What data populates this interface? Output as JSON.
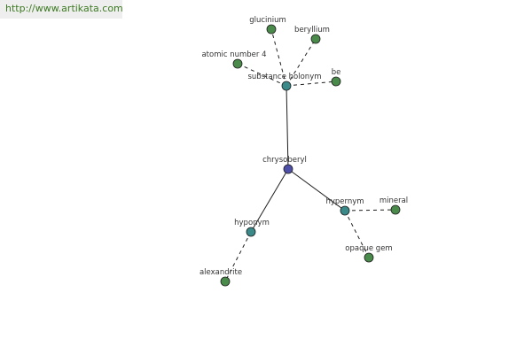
{
  "site": {
    "url_text": "http://www.artikata.com"
  },
  "colors": {
    "central_node": "#4d4fa8",
    "relation_node": "#3a8a8a",
    "leaf_node": "#4a8a4a",
    "node_stroke": "#1e1e1e",
    "edge": "#1e1e1e",
    "banner_text": "#3d7a22",
    "banner_bg": "#eeeeee"
  },
  "graph": {
    "nodes": [
      {
        "id": "chrysoberyl",
        "label": "chrysoberyl",
        "kind": "central"
      },
      {
        "id": "substance-holonym",
        "label": "substance holonym",
        "kind": "relation"
      },
      {
        "id": "hypernym",
        "label": "hypernym",
        "kind": "relation"
      },
      {
        "id": "hyponym",
        "label": "hyponym",
        "kind": "relation"
      },
      {
        "id": "glucinium",
        "label": "glucinium",
        "kind": "leaf"
      },
      {
        "id": "beryllium",
        "label": "beryllium",
        "kind": "leaf"
      },
      {
        "id": "atomic-number-4",
        "label": "atomic number 4",
        "kind": "leaf"
      },
      {
        "id": "be",
        "label": "be",
        "kind": "leaf"
      },
      {
        "id": "mineral",
        "label": "mineral",
        "kind": "leaf"
      },
      {
        "id": "opaque-gem",
        "label": "opaque gem",
        "kind": "leaf"
      },
      {
        "id": "alexandrite",
        "label": "alexandrite",
        "kind": "leaf"
      }
    ],
    "edges": [
      {
        "from": "chrysoberyl",
        "to": "substance-holonym",
        "style": "solid"
      },
      {
        "from": "chrysoberyl",
        "to": "hypernym",
        "style": "solid"
      },
      {
        "from": "chrysoberyl",
        "to": "hyponym",
        "style": "solid"
      },
      {
        "from": "substance-holonym",
        "to": "glucinium",
        "style": "dashed"
      },
      {
        "from": "substance-holonym",
        "to": "beryllium",
        "style": "dashed"
      },
      {
        "from": "substance-holonym",
        "to": "atomic-number-4",
        "style": "dashed"
      },
      {
        "from": "substance-holonym",
        "to": "be",
        "style": "dashed"
      },
      {
        "from": "hypernym",
        "to": "mineral",
        "style": "dashed"
      },
      {
        "from": "hypernym",
        "to": "opaque-gem",
        "style": "dashed"
      },
      {
        "from": "hyponym",
        "to": "alexandrite",
        "style": "dashed"
      }
    ]
  }
}
